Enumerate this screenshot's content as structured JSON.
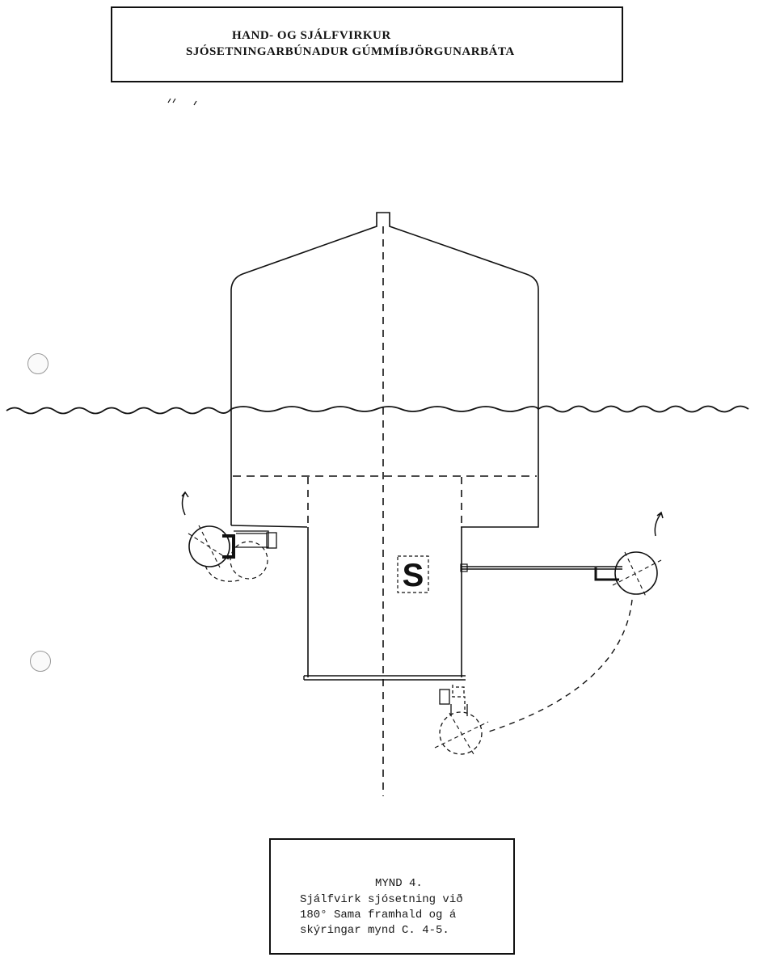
{
  "title": {
    "line1": "HAND- OG SJÁLFVIRKUR",
    "line2": "SJÓSETNINGARBÚNADUR GÚMMÍBJÖRGUNARBÁTA"
  },
  "diagram": {
    "station_label": "S"
  },
  "caption": {
    "line1": "MYND 4.",
    "line2": "Sjálfvirk sjósetning við",
    "line3": "180° Sama framhald og á",
    "line4": "skýringar mynd C. 4-5."
  }
}
